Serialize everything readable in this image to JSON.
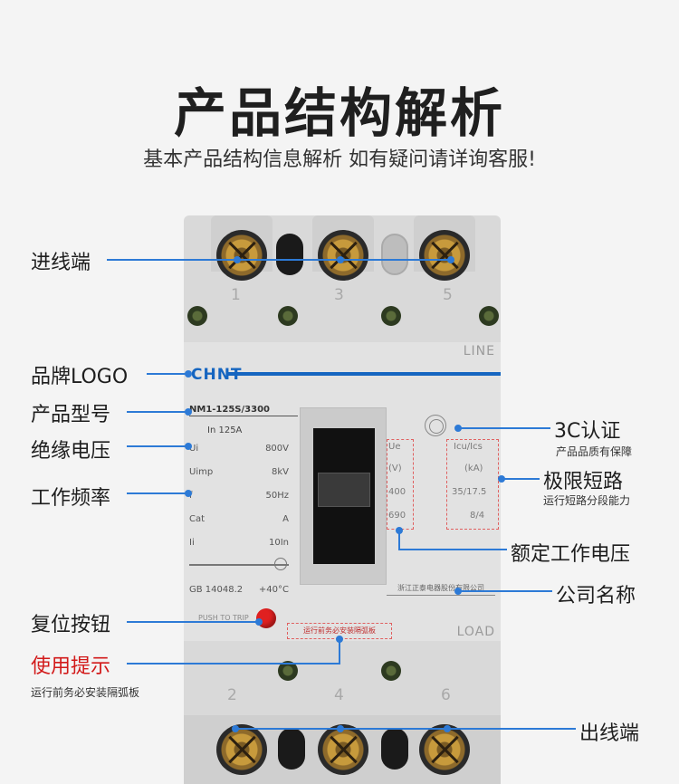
{
  "header": {
    "title": "产品结构解析",
    "subtitle": "基本产品结构信息解析 如有疑问请详询客服!"
  },
  "breaker": {
    "brand": "CHNT",
    "line_label": "LINE",
    "load_label": "LOAD",
    "top_numbers": [
      "1",
      "3",
      "5"
    ],
    "bottom_numbers": [
      "2",
      "4",
      "6"
    ],
    "model": "NM1-125S/3300",
    "rating": "In  125A",
    "specs": [
      {
        "key": "Ui",
        "value": "800V"
      },
      {
        "key": "Uimp",
        "value": "8kV"
      },
      {
        "key": "f",
        "value": "50Hz"
      },
      {
        "key": "Cat",
        "value": "A"
      },
      {
        "key": "Ii",
        "value": "10In"
      }
    ],
    "standard": "GB 14048.2",
    "temperature": "+40°C",
    "ue_column": [
      "Ue",
      "(V)",
      "400",
      "690"
    ],
    "icu_column": [
      "Icu/Ics",
      "(kA)",
      "35/17.5",
      "8/4"
    ],
    "company": "浙江正泰电器股份有限公司",
    "push_to_trip": "PUSH TO TRIP",
    "warning": "运行前务必安装隔弧板"
  },
  "callouts": {
    "incoming": "进线端",
    "brand_logo": "品牌LOGO",
    "model": "产品型号",
    "insulation_voltage": "绝缘电压",
    "frequency": "工作频率",
    "reset": "复位按钮",
    "usage_tip": "使用提示",
    "usage_tip_sub": "运行前务必安装隔弧板",
    "cert": "3C认证",
    "cert_sub": "产品品质有保障",
    "breaking": "极限短路",
    "breaking_sub": "运行短路分段能力",
    "rated_voltage": "额定工作电压",
    "company": "公司名称",
    "outgoing": "出线端"
  },
  "colors": {
    "accent": "#2d7ad6",
    "brand_blue": "#1565c0",
    "warning_red": "#d21a1a"
  }
}
